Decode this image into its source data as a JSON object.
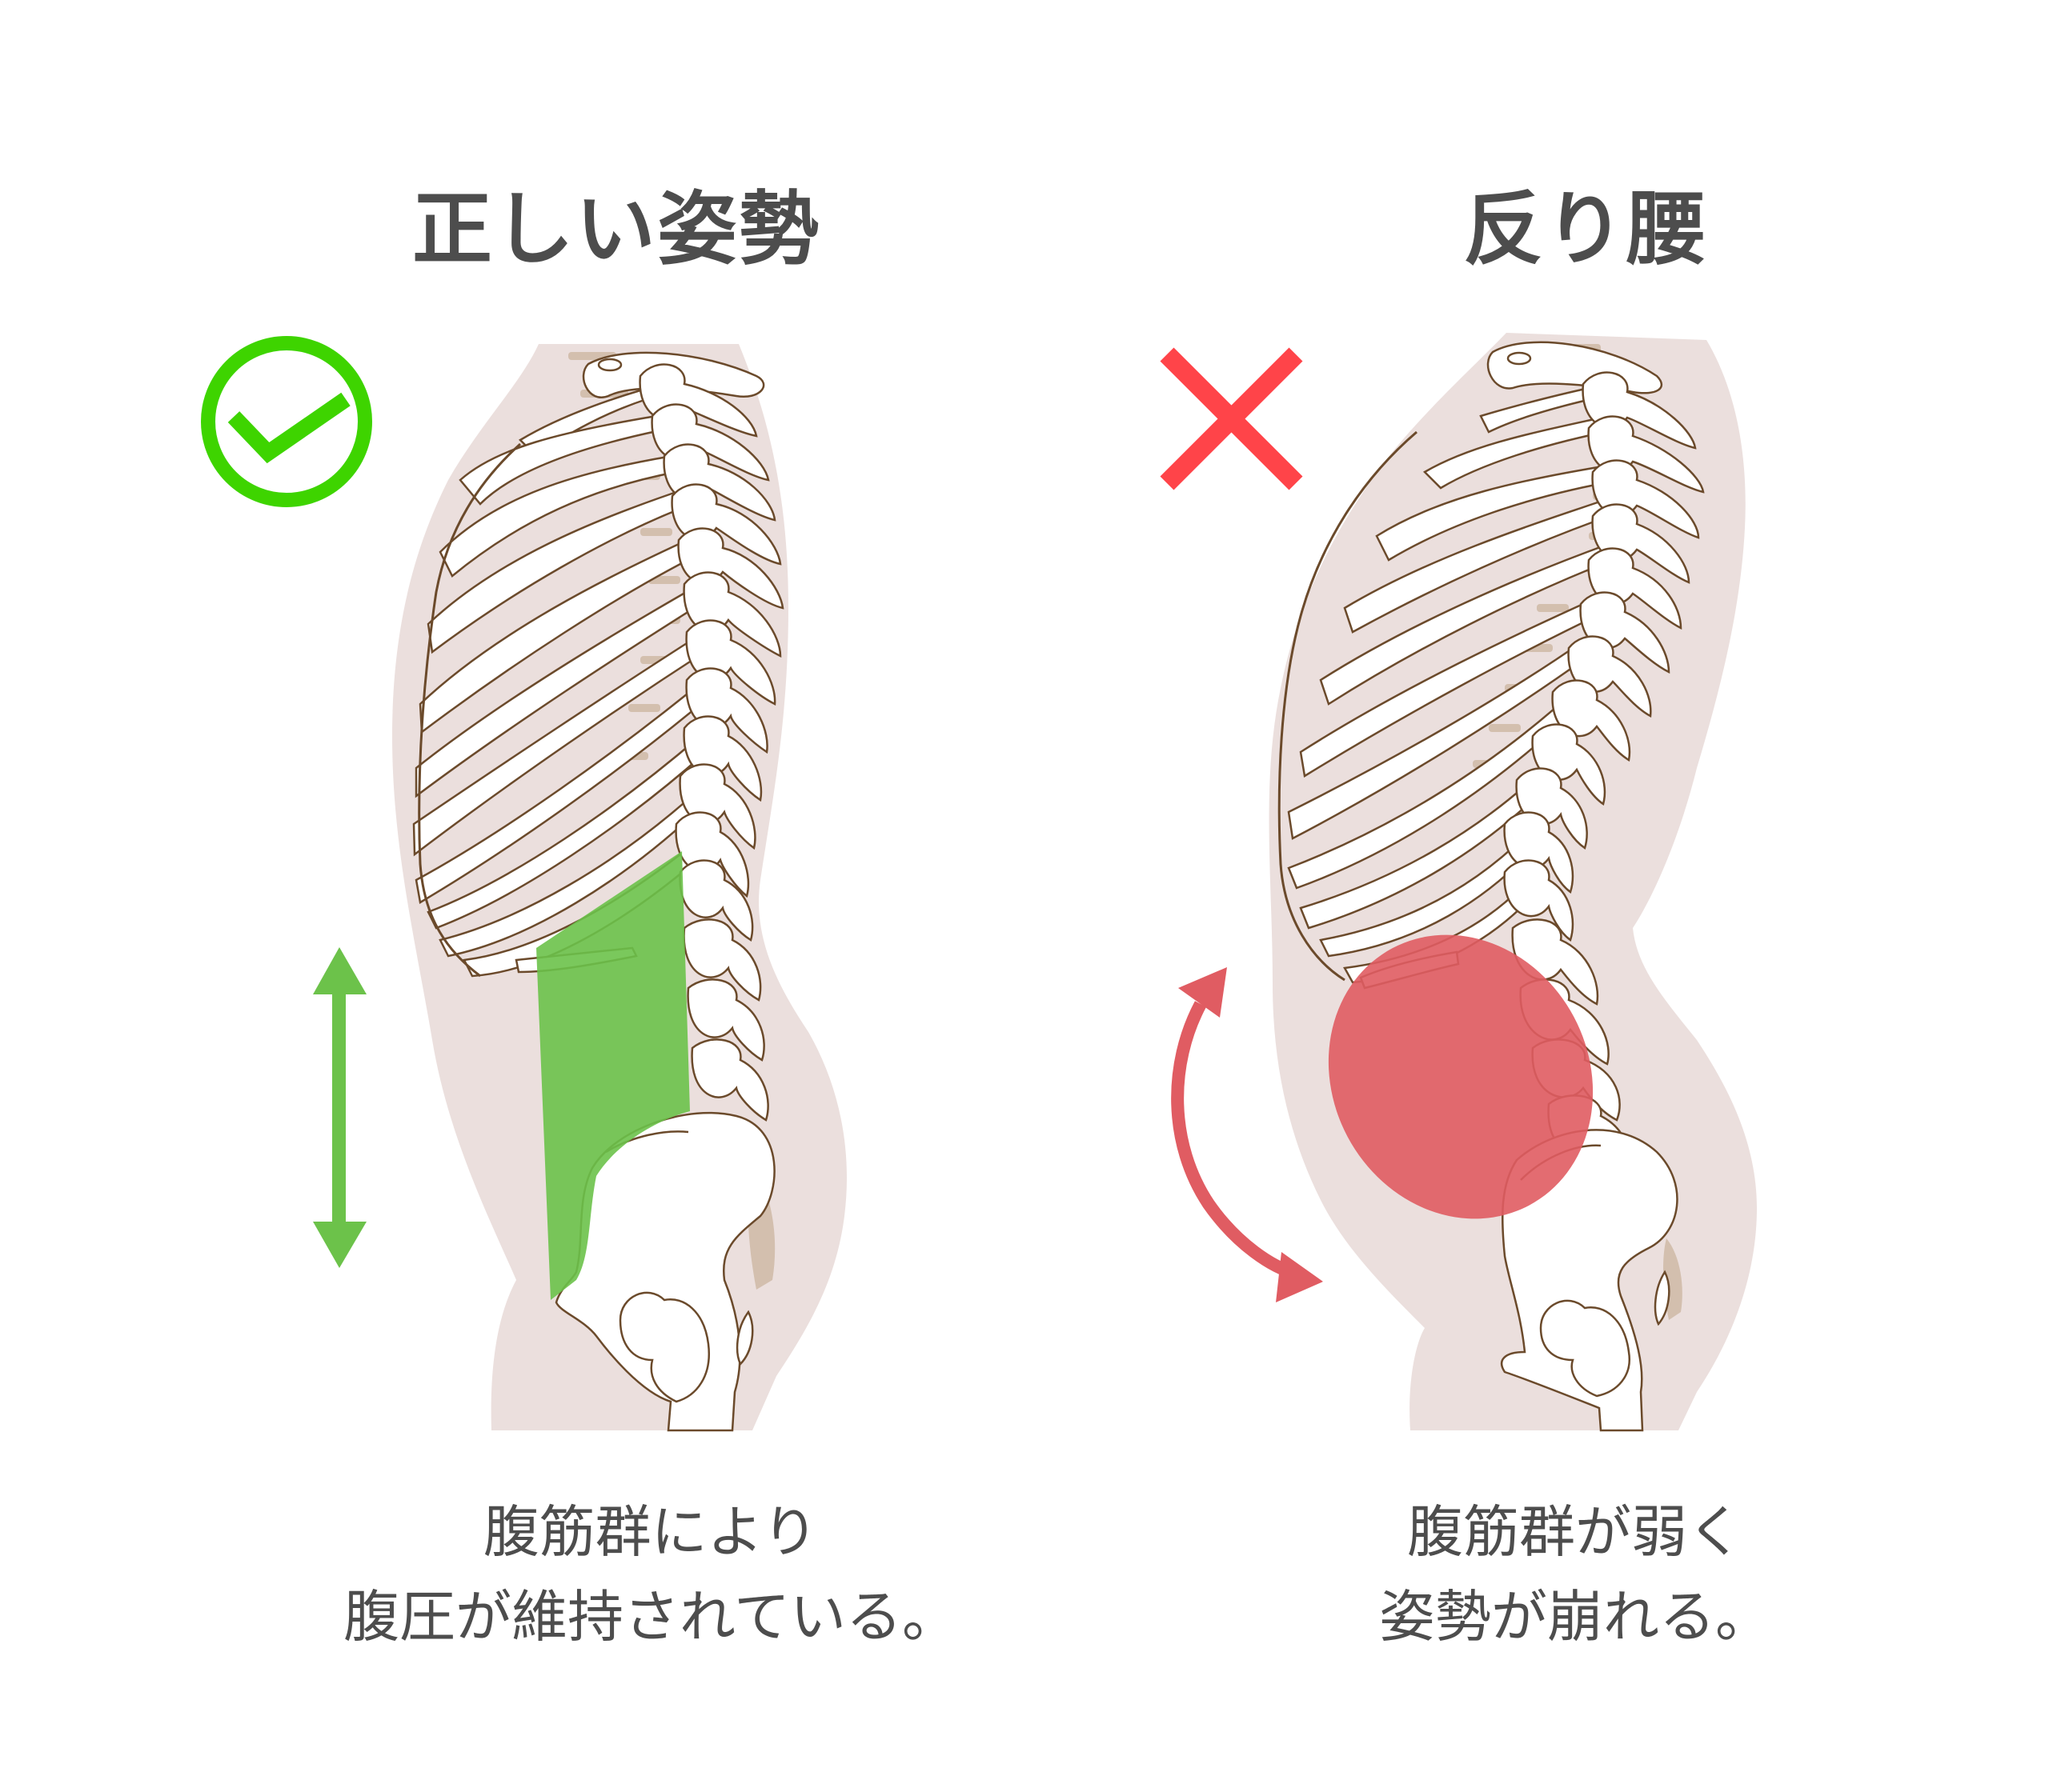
{
  "colors": {
    "text": "#4d4d4d",
    "body_fill": "#ebdfdd",
    "bone_fill": "#ffffff",
    "bone_outline": "#6b4a2b",
    "cartilage": "#d3bfae",
    "good_green": "#3ed400",
    "muscle_green": "#6cc24a",
    "bad_red": "#ff4449",
    "pressure_red": "#e05c62"
  },
  "left_panel": {
    "title": "正しい姿勢",
    "status_icon": "check-circle-icon",
    "indicator_icon": "vertical-double-arrow-icon",
    "highlight": "abdominal-muscle-band",
    "caption_lines": [
      "腹筋群により",
      "腹圧が維持されている。"
    ]
  },
  "right_panel": {
    "title": "反り腰",
    "status_icon": "cross-icon",
    "indicator_icon": "curved-double-arrow-icon",
    "highlight": "abdominal-pressure-ellipse",
    "caption_lines": [
      "腹筋群が弱く",
      "姿勢が崩れる。"
    ]
  }
}
